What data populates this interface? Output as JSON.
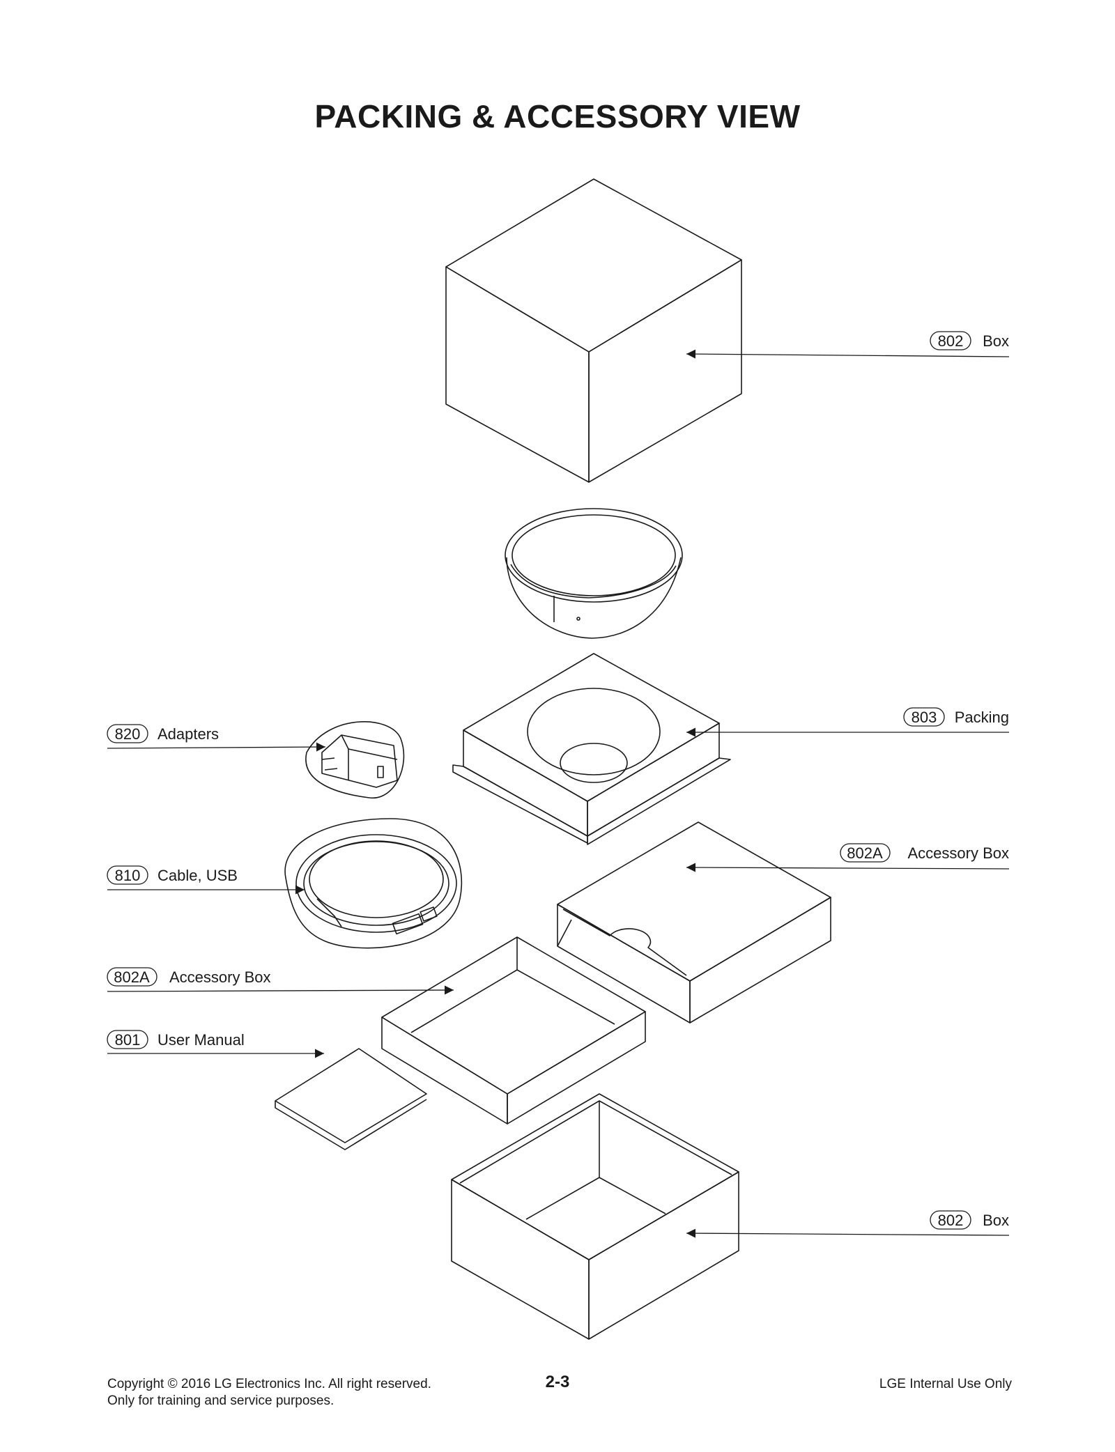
{
  "title": "PACKING & ACCESSORY VIEW",
  "callouts": [
    {
      "num": "802",
      "label": "Box"
    },
    {
      "num": "803",
      "label": "Packing"
    },
    {
      "num": "802A",
      "label": "Accessory Box"
    },
    {
      "num": "820",
      "label": "Adapters"
    },
    {
      "num": "810",
      "label": "Cable, USB"
    },
    {
      "num": "802A",
      "label": "Accessory Box"
    },
    {
      "num": "801",
      "label": "User Manual"
    },
    {
      "num": "802",
      "label": "Box"
    }
  ],
  "footer": {
    "copyright": "Copyright © 2016 LG Electronics Inc. All right reserved.",
    "purpose": "Only for training and service purposes.",
    "page": "2-3",
    "internal": "LGE Internal Use Only"
  }
}
